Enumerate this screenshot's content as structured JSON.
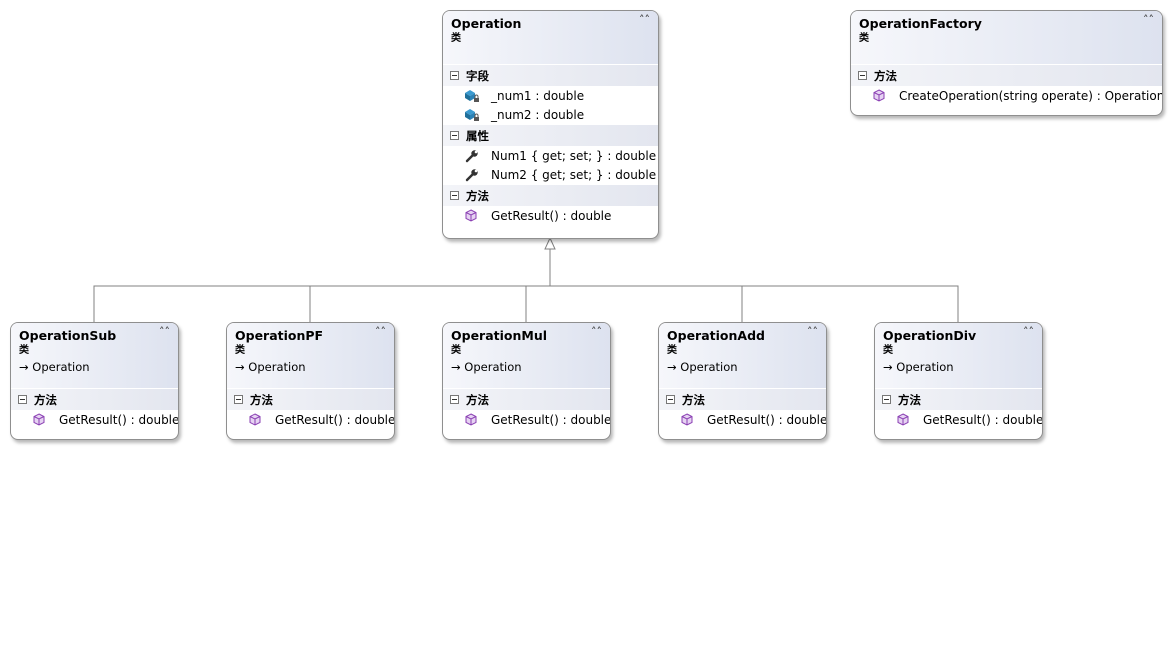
{
  "classes": {
    "operation": {
      "name": "Operation",
      "kind": "类",
      "sections": {
        "fields": {
          "label": "字段",
          "items": [
            "_num1 : double",
            "_num2 : double"
          ]
        },
        "properties": {
          "label": "属性",
          "items": [
            "Num1 { get; set; } : double",
            "Num2 { get; set; } : double"
          ]
        },
        "methods": {
          "label": "方法",
          "items": [
            "GetResult() : double"
          ]
        }
      }
    },
    "factory": {
      "name": "OperationFactory",
      "kind": "类",
      "methods": {
        "label": "方法",
        "items": [
          "CreateOperation(string operate) : Operation"
        ]
      }
    },
    "subclasses": [
      {
        "name": "OperationSub",
        "kind": "类",
        "base": "Operation",
        "methods_label": "方法",
        "method": "GetResult() : double"
      },
      {
        "name": "OperationPF",
        "kind": "类",
        "base": "Operation",
        "methods_label": "方法",
        "method": "GetResult() : double"
      },
      {
        "name": "OperationMul",
        "kind": "类",
        "base": "Operation",
        "methods_label": "方法",
        "method": "GetResult() : double"
      },
      {
        "name": "OperationAdd",
        "kind": "类",
        "base": "Operation",
        "methods_label": "方法",
        "method": "GetResult() : double"
      },
      {
        "name": "OperationDiv",
        "kind": "类",
        "base": "Operation",
        "methods_label": "方法",
        "method": "GetResult() : double"
      }
    ]
  },
  "icons": {
    "collapse": "double-chevron-up-icon",
    "toggle": "minus-box-icon",
    "field": "field-private-icon",
    "property": "wrench-icon",
    "method": "method-cube-icon",
    "inherit_arrow": "arrow-right-icon"
  },
  "colors": {
    "header_gradient_start": "#f6f7fb",
    "header_gradient_end": "#dde2ef",
    "border": "#8f8f8f",
    "connector": "#808080",
    "method_icon": "#8a3fb3",
    "field_icon": "#1f6f9a"
  }
}
